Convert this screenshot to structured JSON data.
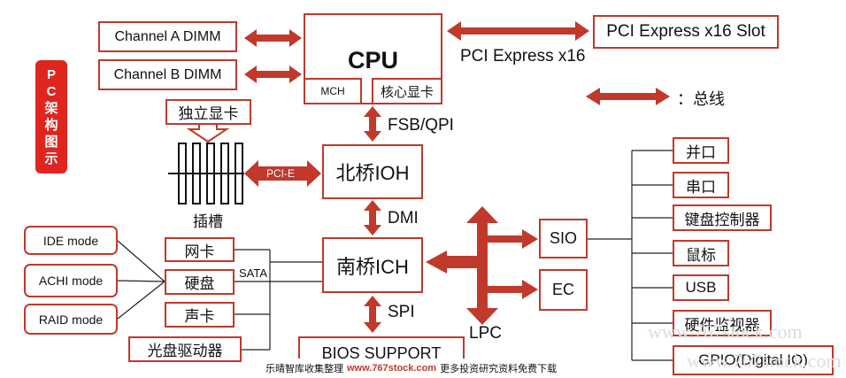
{
  "side_tag": "PC架构图示",
  "nodes": {
    "chan_a": "Channel A DIMM",
    "chan_b": "Channel B DIMM",
    "cpu": "CPU",
    "mch": "MCH",
    "core_gpu": "核心显卡",
    "pcie_slot": "PCI Express x16 Slot",
    "discrete_gpu": "独立显卡",
    "slot_label": "插槽",
    "northbridge": "北桥IOH",
    "southbridge": "南桥ICH",
    "sio": "SIO",
    "ec": "EC",
    "bios": "BIOS SUPPORT",
    "ide": "IDE mode",
    "achi": "ACHI mode",
    "raid": "RAID mode",
    "nic": "网卡",
    "hdd": "硬盘",
    "sound": "声卡",
    "optical": "光盘驱动器",
    "parallel": "并口",
    "serial": "串口",
    "kbc": "键盘控制器",
    "mouse": "鼠标",
    "usb": "USB",
    "hwmon": "硬件监视器",
    "gpio": "GPIO(Digital IO)"
  },
  "labels": {
    "pcie_x16": "PCI Express x16",
    "legend_bus": "：总线",
    "fsb": "FSB/QPI",
    "pci_e": "PCI-E",
    "dmi": "DMI",
    "sata": "SATA",
    "spi": "SPI",
    "lpc": "LPC"
  },
  "watermarks": [
    "www.767stock.com",
    "www.767stock.com"
  ],
  "footer": {
    "left": "乐晴智库收集整理",
    "url": "www.767stock.com",
    "right": "更多投资研究资料免费下载"
  },
  "colors": {
    "border": "#c0392b",
    "arrow": "#c0392b",
    "tag": "#e0251f"
  }
}
